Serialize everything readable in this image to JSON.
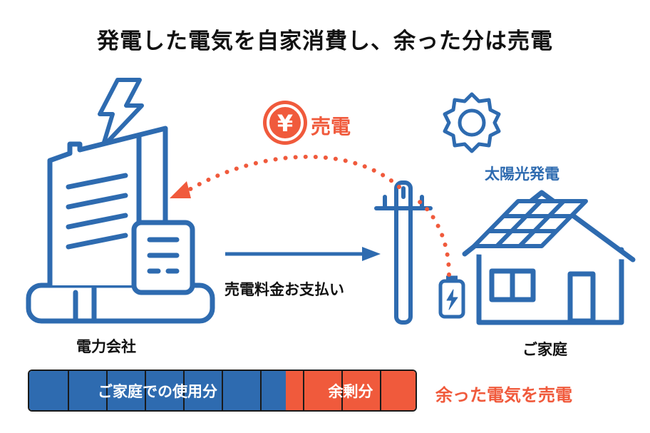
{
  "title": "発電した電気を自家消費し、余った分は売電",
  "labels": {
    "company": "電力会社",
    "home": "ご家庭",
    "payment": "売電料金お支払い",
    "sell": "売電",
    "solar": "太陽光発電",
    "sell_surplus": "余った電気を売電",
    "yen_symbol": "¥"
  },
  "usage_bar": {
    "self_use": "ご家庭での使用分",
    "surplus": "余剰分"
  },
  "colors": {
    "blue": "#2e6bb0",
    "orange": "#f05a3c",
    "text": "#111111"
  },
  "icons": [
    "lightning-icon",
    "sun-icon",
    "yen-coin-icon",
    "battery-icon"
  ]
}
